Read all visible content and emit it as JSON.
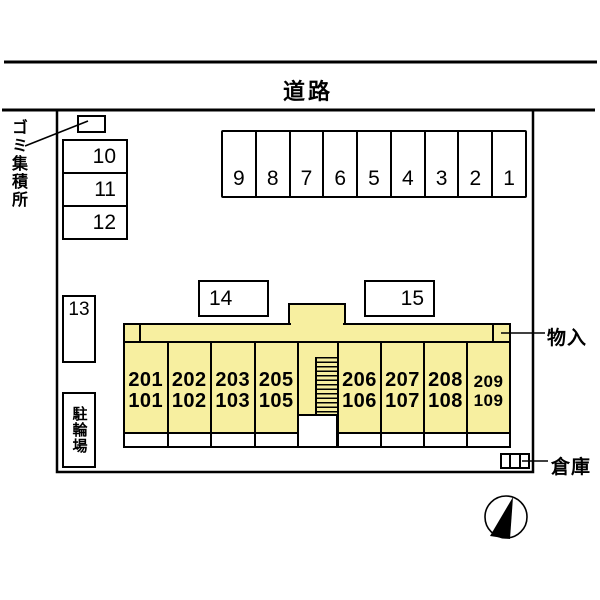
{
  "colors": {
    "building_fill": "#F7EFA0",
    "line": "#000000",
    "background": "#FFFFFF"
  },
  "road": {
    "label": "道路"
  },
  "garbage": {
    "label": "ゴミ集積所"
  },
  "left_spaces": {
    "items": [
      "10",
      "11",
      "12"
    ],
    "space13": "13"
  },
  "parking_row": {
    "spaces": [
      "9",
      "8",
      "7",
      "6",
      "5",
      "4",
      "3",
      "2",
      "1"
    ]
  },
  "mid_spaces": {
    "space14": "14",
    "space15": "15"
  },
  "bicycle": {
    "label": "駐輪場"
  },
  "closet": {
    "label": "物入"
  },
  "warehouse": {
    "label": "倉庫"
  },
  "building": {
    "rooms_left": [
      {
        "upper": "201",
        "lower": "101"
      },
      {
        "upper": "202",
        "lower": "102"
      },
      {
        "upper": "203",
        "lower": "103"
      },
      {
        "upper": "205",
        "lower": "105"
      }
    ],
    "rooms_right": [
      {
        "upper": "206",
        "lower": "106"
      },
      {
        "upper": "207",
        "lower": "107"
      },
      {
        "upper": "208",
        "lower": "108"
      },
      {
        "upper": "209",
        "lower": "109"
      }
    ]
  },
  "icons": {
    "compass": "north-arrow-icon"
  }
}
